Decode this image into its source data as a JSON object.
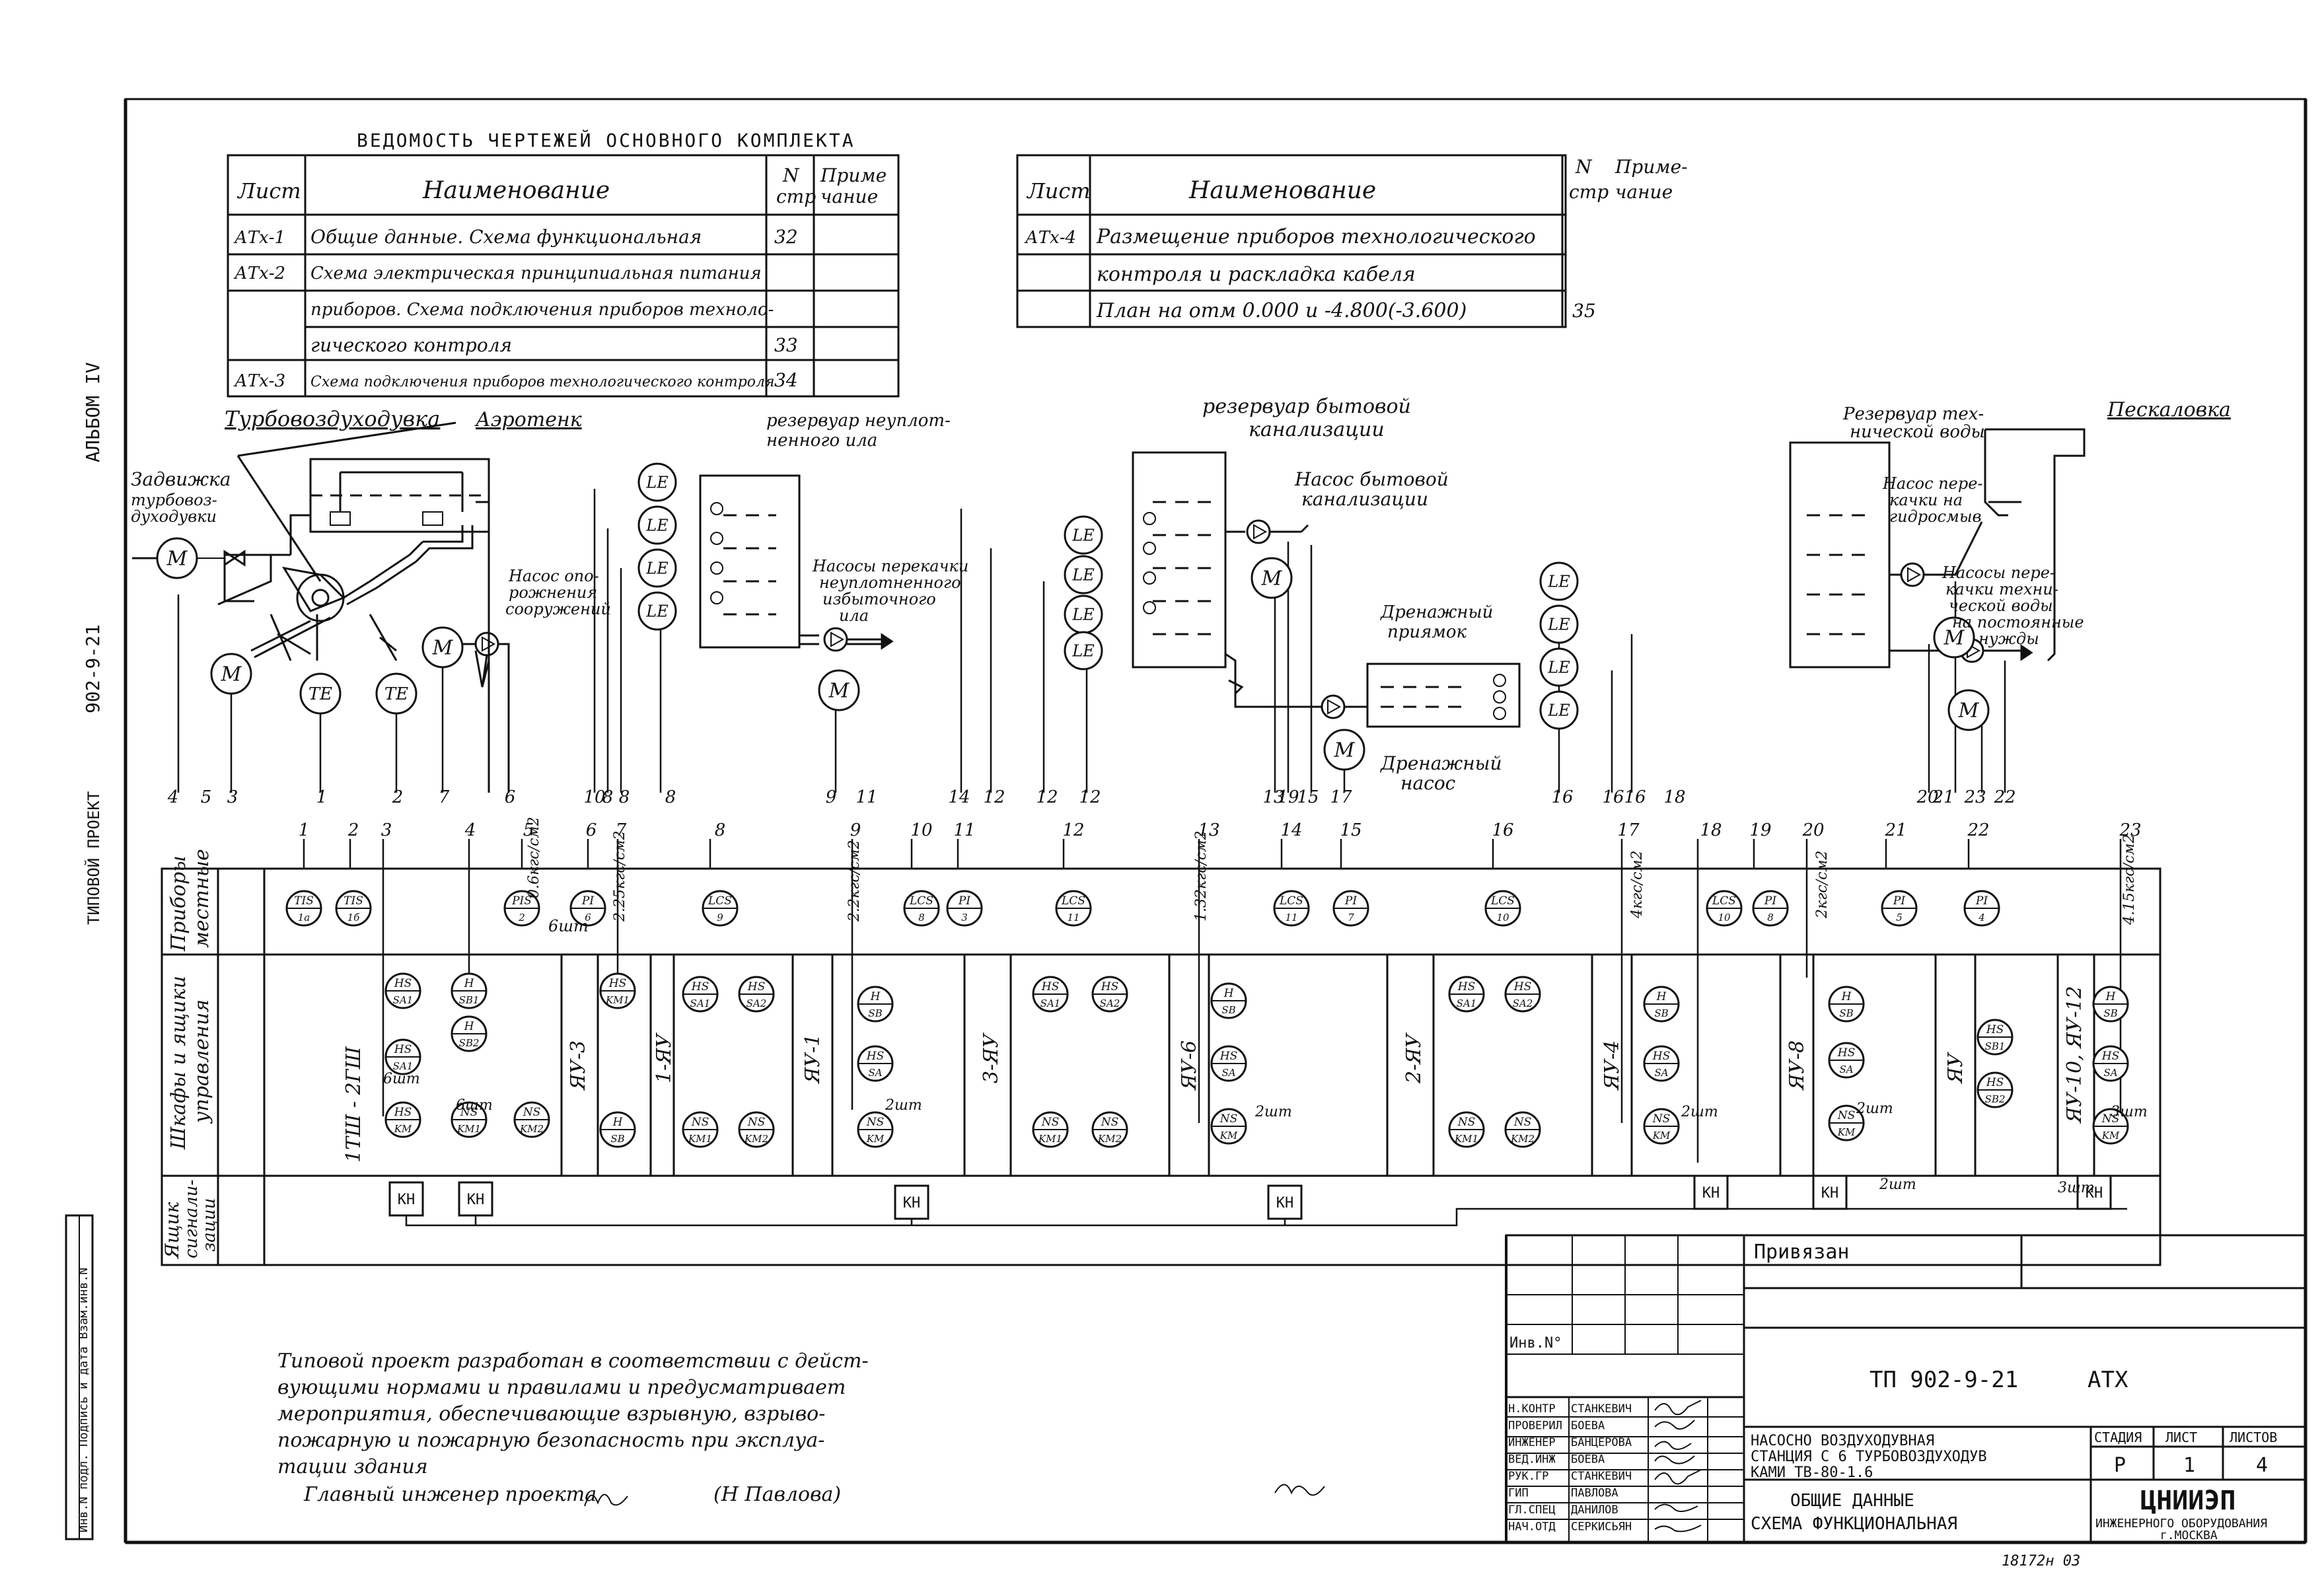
{
  "register": {
    "title": "ВЕДОМОСТЬ ЧЕРТЕЖЕЙ ОСНОВНОГО КОМПЛЕКТА",
    "headers": {
      "sheet": "Лист",
      "name": "Наименование",
      "page_n": "N",
      "page_str": "стр",
      "note_a": "Приме",
      "note_b": "чание"
    },
    "rows": [
      {
        "sheet": "АТх-1",
        "name": "Общие данные. Схема функциональная",
        "page": "32"
      },
      {
        "sheet": "АТх-2",
        "name": "Схема электрическая принципиальная питания",
        "page": ""
      },
      {
        "sheet": "",
        "name": "приборов. Схема подключения приборов техноло-",
        "page": ""
      },
      {
        "sheet": "",
        "name": "гического контроля",
        "page": "33"
      },
      {
        "sheet": "АТх-3",
        "name": "Схема подключения приборов технологического контроля",
        "page": "34"
      }
    ],
    "rows_right": [
      {
        "sheet": "АТх-4",
        "name": "Размещение приборов технологического",
        "page": ""
      },
      {
        "sheet": "",
        "name": "контроля и раскладка кабеля",
        "page": ""
      },
      {
        "sheet": "",
        "name": "План на отм 0.000 и -4.800(-3.600)",
        "page": "35"
      }
    ],
    "headers_right": {
      "sheet": "Лист",
      "name": "Наименование",
      "page_n": "N",
      "page_str": "стр",
      "note_a": "Приме-",
      "note_b": "чание"
    }
  },
  "side_labels": {
    "left_top": "АЛЬБОМ IV",
    "left_mid": "902-9-21",
    "left_mid2": "ТИПОВОЙ ПРОЕКТ",
    "left_bottom": "Инв.N подл. Подпись и дата Взам.инв.N"
  },
  "equipment": {
    "turbo": "Турбовоздуходувка",
    "aero": "Аэротенк",
    "valve": "Задвижка",
    "valve2": "турбовоз-",
    "valve3": "духодувки",
    "pump_empty_a": "Насос опо-",
    "pump_empty_b": "рожнения",
    "pump_empty_c": "сооружений",
    "tank1_a": "резервуар неуплот-",
    "tank1_b": "ненного ила",
    "pumps1_a": "Насосы перекачки",
    "pumps1_b": "неуплотненного",
    "pumps1_c": "избыточного",
    "pumps1_d": "ила",
    "tank2_a": "резервуар бытовой",
    "tank2_b": "канализации",
    "pump2_a": "Насос бытовой",
    "pump2_b": "канализации",
    "drain_a": "Дренажный",
    "drain_b": "приямок",
    "drain_pump_a": "Дренажный",
    "drain_pump_b": "насос",
    "tank3_a": "Резервуар тех-",
    "tank3_b": "нической воды",
    "pump3_a": "Насос пере-",
    "pump3_b": "качки на",
    "pump3_c": "гидросмыв",
    "sand": "Пескаловка",
    "pumps4_a": "Насосы пере-",
    "pumps4_b": "качки техни-",
    "pumps4_c": "ческой воды",
    "pumps4_d": "на постоянные",
    "pumps4_e": "нужды"
  },
  "instruments": {
    "le": "LE",
    "m": "M",
    "te": "TE"
  },
  "row_labels": {
    "r1a": "Приборы",
    "r1b": "местные",
    "r2a": "Шкафы и ящики",
    "r2b": "управления",
    "r3a": "Ящик",
    "r3b": "сигнали-",
    "r3c": "зации"
  },
  "cabinets": [
    "1ТШ - 2ГШ",
    "ЯУ-3",
    "1-ЯУ",
    "ЯУ-1",
    "3-ЯУ",
    "ЯУ-6",
    "2-ЯУ",
    "ЯУ-4",
    "ЯУ-8",
    "ЯУ",
    "ЯУ-10, ЯУ-12"
  ],
  "pressures": [
    "0.6кгс/см2",
    "2.25кгс/см2",
    "2.2кгс/см2",
    "1.32кгс/см2",
    "4кгс/см2",
    "2кгс/см2",
    "4.15кгс/см2"
  ],
  "pcs": {
    "q6": "6шт",
    "q2": "2шт",
    "q3": "3шт"
  },
  "kn": "КН",
  "note": {
    "l1": "Типовой проект разработан в соответствии с дейст-",
    "l2": "вующими нормами и правилами и предусматривает",
    "l3": "мероприятия, обеспечивающие взрывную, взрыво-",
    "l4": "пожарную и пожарную безопасность при эксплуа-",
    "l5": "тации здания",
    "l6": "Главный инженер проекта",
    "l7": "(Н Павлова)"
  },
  "stamp": {
    "privyazan": "Привязан",
    "inv": "Инв.N°",
    "code": "ТП 902-9-21",
    "mark": "АТХ",
    "roles": [
      "Н.КОНТР",
      "ПРОВЕРИЛ",
      "ИНЖЕНЕР",
      "ВЕД.ИНЖ",
      "РУК.ГР",
      "ГИП",
      "ГЛ.СПЕЦ",
      "НАЧ.ОТД"
    ],
    "names": [
      "СТАНКЕВИЧ",
      "БОЕВА",
      "БАНЦЕРОВА",
      "БОЕВА",
      "СТАНКЕВИЧ",
      "ПАВЛОВА",
      "ДАНИЛОВ",
      "СЕРКИСЬЯН"
    ],
    "object_l1": "НАСОСНО ВОЗДУХОДУВНАЯ",
    "object_l2": "СТАНЦИЯ С 6 ТУРБОВОЗДУХОДУВ",
    "object_l3": "КАМИ ТВ-80-1.6",
    "stage_h": "СТАДИЯ",
    "sheet_h": "ЛИСТ",
    "sheets_h": "ЛИСТОВ",
    "stage": "Р",
    "sheet": "1",
    "sheets": "4",
    "title_l1": "ОБЩИЕ ДАННЫЕ",
    "title_l2": "СХЕМА ФУНКЦИОНАЛЬНАЯ",
    "org_l1": "ЦНИИЭП",
    "org_l2": "ИНЖЕНЕРНОГО ОБОРУДОВАНИЯ",
    "org_l3": "г.МОСКВА",
    "footer": "18172н 03"
  }
}
